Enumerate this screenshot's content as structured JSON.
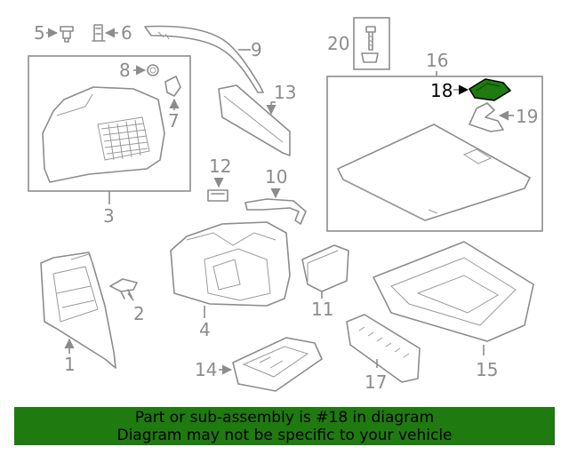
{
  "callouts": {
    "c1": "1",
    "c2": "2",
    "c3": "3",
    "c4": "4",
    "c5": "5",
    "c6": "6",
    "c7": "7",
    "c8": "8",
    "c9": "9",
    "c10": "10",
    "c11": "11",
    "c12": "12",
    "c13": "13",
    "c14": "14",
    "c15": "15",
    "c16": "16",
    "c17": "17",
    "c18": "18",
    "c19": "19",
    "c20": "20"
  },
  "highlight": {
    "part_number": "18",
    "color": "#1f7a10"
  },
  "banner": {
    "line1": "Part or sub-assembly is #18 in diagram",
    "line2": "Diagram may not be specific to your vehicle",
    "background": "#1f7a10"
  }
}
